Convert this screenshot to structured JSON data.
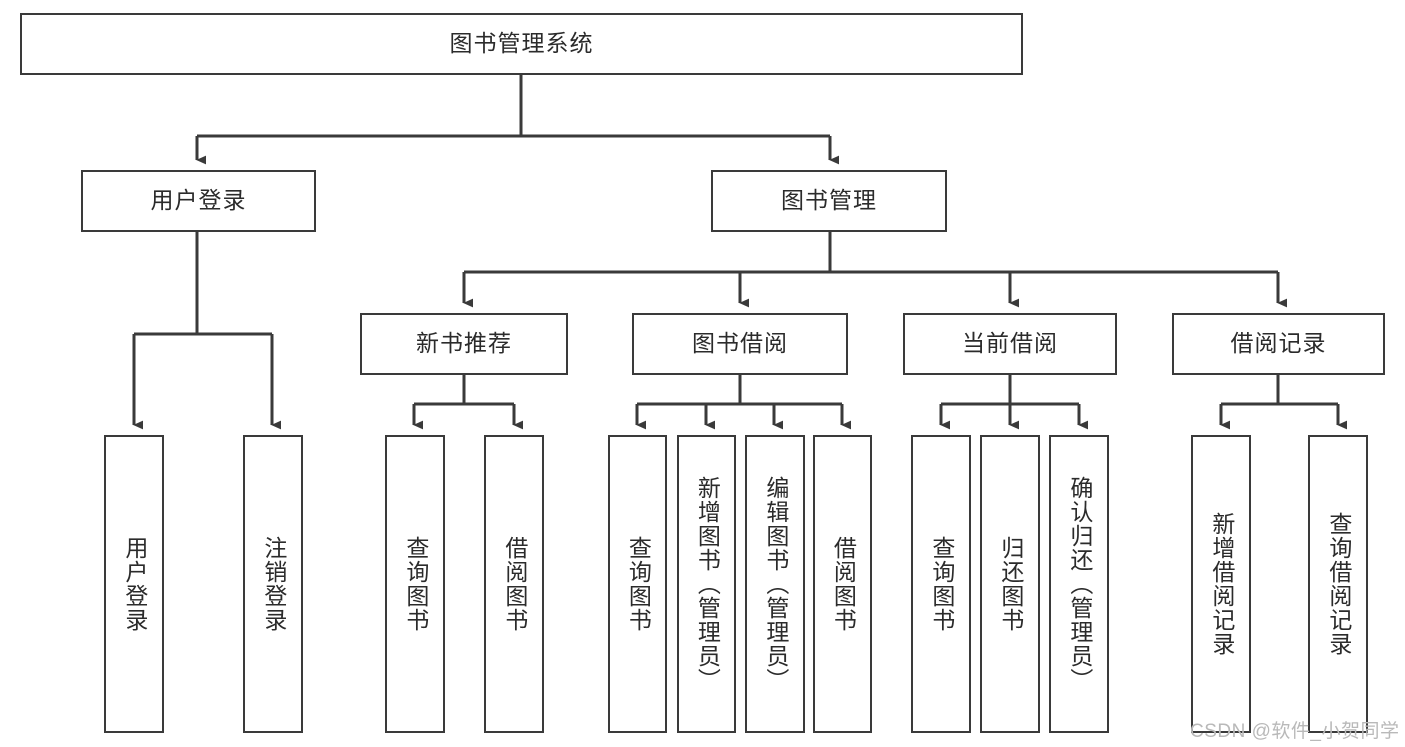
{
  "diagram": {
    "title": "图书管理系统",
    "type": "tree-hierarchy-chart",
    "watermark": "CSDN @软件_小贺同学",
    "colors": {
      "box_border": "#3a3a3a",
      "box_fill": "#ffffff",
      "connector": "#3a3a3a",
      "text": "#2b2b2b",
      "watermark": "#b9b9b9",
      "background": "#ffffff"
    }
  },
  "nodes": {
    "root": {
      "label": "图书管理系统"
    },
    "level1": [
      {
        "label": "用户登录"
      },
      {
        "label": "图书管理"
      }
    ],
    "level2": [
      {
        "label": "新书推荐"
      },
      {
        "label": "图书借阅"
      },
      {
        "label": "当前借阅"
      },
      {
        "label": "借阅记录"
      }
    ],
    "leaves": {
      "user_login": [
        {
          "label": "用户登录"
        },
        {
          "label": "注销登录"
        }
      ],
      "new_book_recommend": [
        {
          "label": "查询图书"
        },
        {
          "label": "借阅图书"
        }
      ],
      "book_borrow": [
        {
          "label": "查询图书"
        },
        {
          "label": "新增图书（管理员）"
        },
        {
          "label": "编辑图书（管理员）"
        },
        {
          "label": "借阅图书"
        }
      ],
      "current_borrow": [
        {
          "label": "查询图书"
        },
        {
          "label": "归还图书"
        },
        {
          "label": "确认归还（管理员）"
        }
      ],
      "borrow_records": [
        {
          "label": "新增借阅记录"
        },
        {
          "label": "查询借阅记录"
        }
      ]
    }
  }
}
